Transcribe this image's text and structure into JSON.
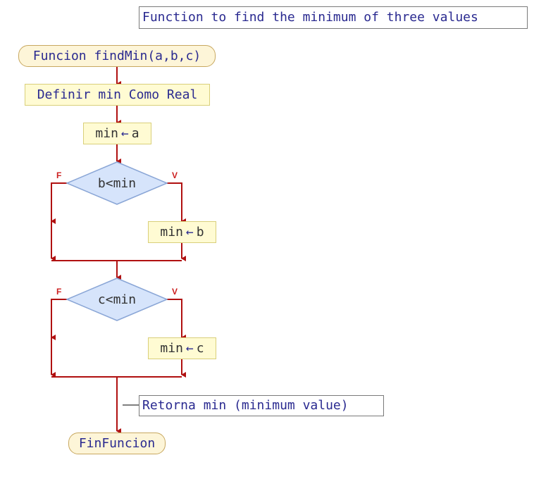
{
  "title_comment": "Function to find the minimum of three values",
  "start": "Funcion findMin(a,b,c)",
  "define": "Definir min Como Real",
  "assign_a": {
    "var": "min",
    "arrow": "←",
    "value": "a"
  },
  "decision1": {
    "condition": "b<min",
    "false_label": "F",
    "true_label": "V"
  },
  "assign_b": {
    "var": "min",
    "arrow": "←",
    "value": "b"
  },
  "decision2": {
    "condition": "c<min",
    "false_label": "F",
    "true_label": "V"
  },
  "assign_c": {
    "var": "min",
    "arrow": "←",
    "value": "c"
  },
  "return_comment": "Retorna min (minimum value)",
  "end": "FinFuncion",
  "colors": {
    "wire": "#b01010",
    "diamond_fill": "#d6e4fb",
    "diamond_stroke": "#8aa6d6",
    "text": "#2a2a90"
  }
}
